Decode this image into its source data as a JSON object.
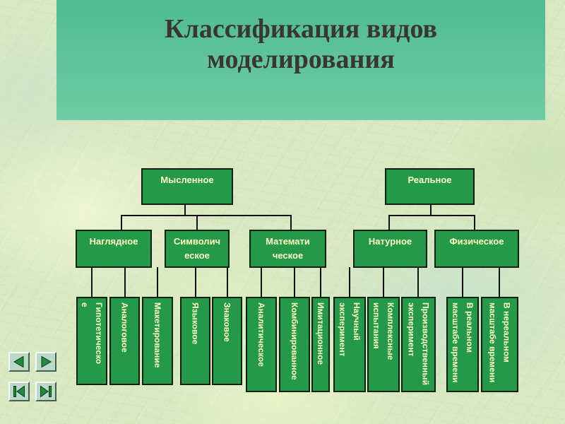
{
  "title": "Классификация видов моделирования",
  "colors": {
    "box_fill": "#25994a",
    "box_border": "#0f1f10",
    "box_text": "#ffffc4",
    "title_text": "#3a3636",
    "connector": "#111111"
  },
  "diagram": {
    "roots": [
      {
        "lines": [
          "Мысленное"
        ],
        "children": [
          {
            "lines": [
              "Наглядное"
            ],
            "children": [
              {
                "lines": [
                  "Гипотетическо",
                  "е"
                ]
              },
              {
                "lines": [
                  "Аналоговое"
                ]
              },
              {
                "lines": [
                  "Макетирование"
                ]
              }
            ]
          },
          {
            "lines": [
              "Символич",
              "еское"
            ],
            "children": [
              {
                "lines": [
                  "Языковое"
                ]
              },
              {
                "lines": [
                  "Знаковое"
                ]
              }
            ]
          },
          {
            "lines": [
              "Математи",
              "ческое"
            ],
            "children": [
              {
                "lines": [
                  "Аналитическое"
                ]
              },
              {
                "lines": [
                  "Комбинированное"
                ]
              },
              {
                "lines": [
                  "Имитационное"
                ]
              }
            ]
          }
        ]
      },
      {
        "lines": [
          "Реальное"
        ],
        "children": [
          {
            "lines": [
              "Натурное"
            ],
            "children": [
              {
                "lines": [
                  "Научный",
                  "эксперимент"
                ]
              },
              {
                "lines": [
                  "Комплексные",
                  "испытания"
                ]
              },
              {
                "lines": [
                  "Производственный",
                  "эксперимент"
                ]
              }
            ]
          },
          {
            "lines": [
              "Физическое"
            ],
            "children": [
              {
                "lines": [
                  "В реальном",
                  "масштабе времени"
                ]
              },
              {
                "lines": [
                  "В нереальном",
                  "масштабе времени"
                ]
              }
            ]
          }
        ]
      }
    ]
  },
  "nav": {
    "prev": {
      "icon": "arrow-left-icon"
    },
    "next": {
      "icon": "arrow-right-icon"
    },
    "first": {
      "icon": "skip-to-start-icon"
    },
    "last": {
      "icon": "skip-to-end-icon"
    }
  }
}
